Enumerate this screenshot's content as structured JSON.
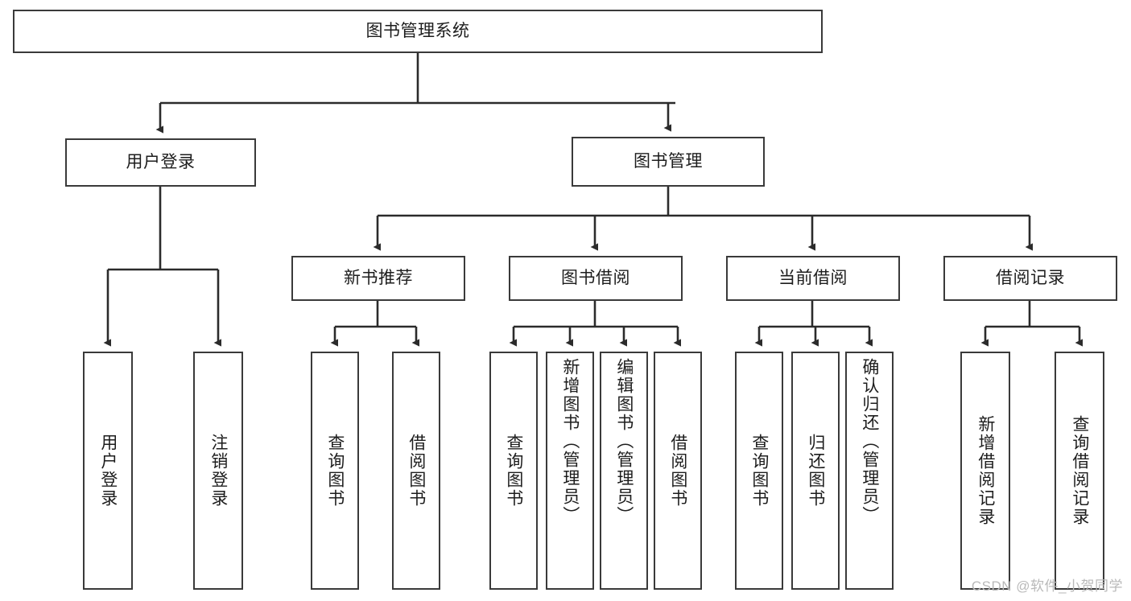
{
  "diagram": {
    "type": "tree-hierarchy",
    "title": "图书管理系统",
    "watermark": "CSDN @软件_小贺同学",
    "colors": {
      "box_border": "#3a3a3a",
      "box_fill": "#ffffff",
      "connector": "#2b2b2b",
      "text": "#1d1d1d",
      "watermark": "#b9b9b9"
    },
    "root": {
      "label": "图书管理系统"
    },
    "level2": [
      {
        "label": "用户登录"
      },
      {
        "label": "图书管理"
      }
    ],
    "level3": [
      {
        "label": "新书推荐"
      },
      {
        "label": "图书借阅"
      },
      {
        "label": "当前借阅"
      },
      {
        "label": "借阅记录"
      }
    ],
    "leaves": {
      "user_login": [
        {
          "label": "用户登录"
        },
        {
          "label": "注销登录"
        }
      ],
      "new_book_recommend": [
        {
          "label": "查询图书"
        },
        {
          "label": "借阅图书"
        }
      ],
      "book_borrow": [
        {
          "label": "查询图书"
        },
        {
          "label": "新增图书（管理员）"
        },
        {
          "label": "编辑图书（管理员）"
        },
        {
          "label": "借阅图书"
        }
      ],
      "current_borrow": [
        {
          "label": "查询图书"
        },
        {
          "label": "归还图书"
        },
        {
          "label": "确认归还（管理员）"
        }
      ],
      "borrow_record": [
        {
          "label": "新增借阅记录"
        },
        {
          "label": "查询借阅记录"
        }
      ]
    }
  }
}
